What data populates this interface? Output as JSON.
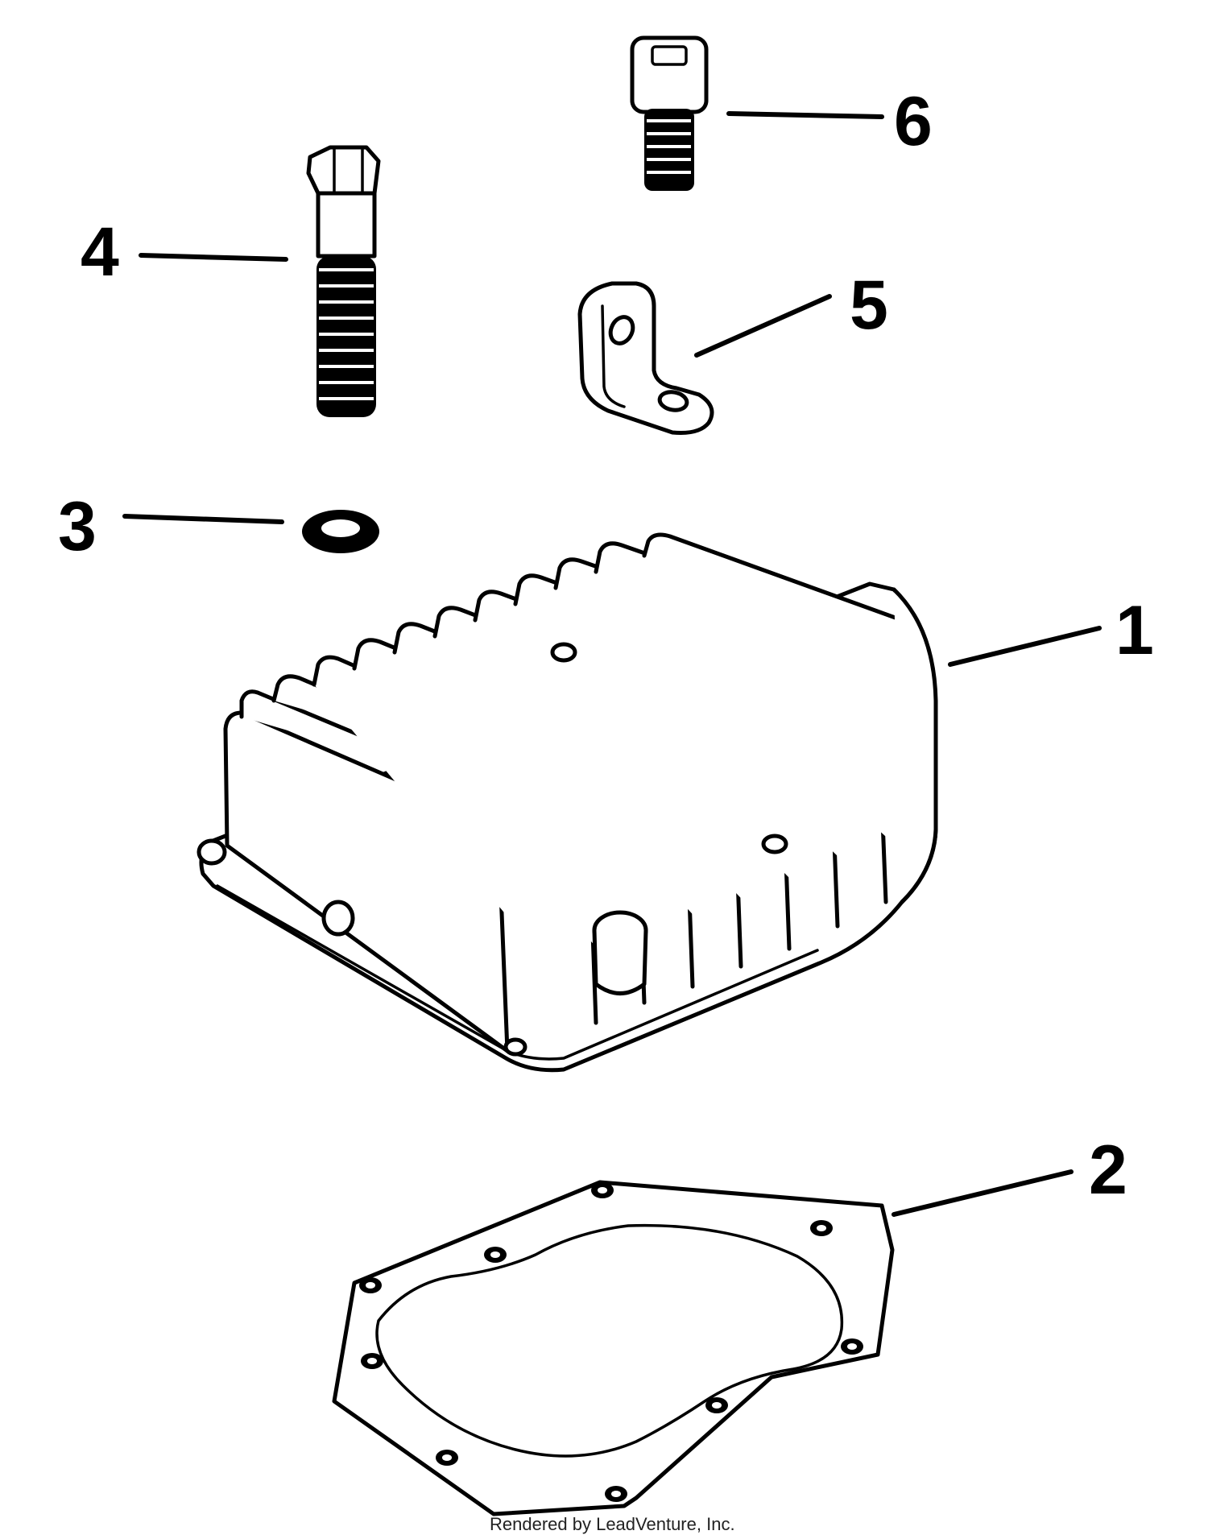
{
  "diagram": {
    "callouts": [
      {
        "id": "1",
        "label": "1"
      },
      {
        "id": "2",
        "label": "2"
      },
      {
        "id": "3",
        "label": "3"
      },
      {
        "id": "4",
        "label": "4"
      },
      {
        "id": "5",
        "label": "5"
      },
      {
        "id": "6",
        "label": "6"
      }
    ],
    "footer": "Rendered by LeadVenture, Inc."
  },
  "parts": {
    "p1": "cylinder-head",
    "p2": "head-gasket",
    "p3": "washer",
    "p4": "hex-bolt",
    "p5": "bracket",
    "p6": "socket-head-screw"
  }
}
